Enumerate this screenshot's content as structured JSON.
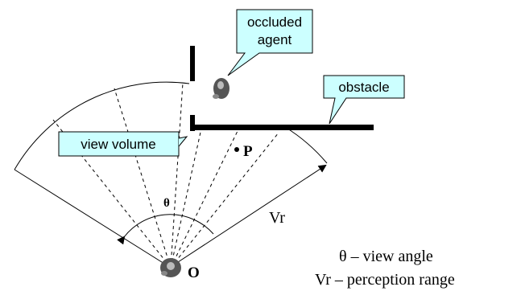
{
  "diagram": {
    "callouts": {
      "occluded_agent_line1": "occluded",
      "occluded_agent_line2": "agent",
      "obstacle": "obstacle",
      "view_volume": "view volume"
    },
    "labels": {
      "point_p": "P",
      "origin": "O",
      "vr": "Vr",
      "theta": "θ"
    },
    "legend": {
      "theta_line": "θ – view angle",
      "vr_line": "Vr – perception range"
    },
    "colors": {
      "callout_fill": "#ccffff",
      "line": "#000000",
      "agent": "#555555"
    }
  }
}
